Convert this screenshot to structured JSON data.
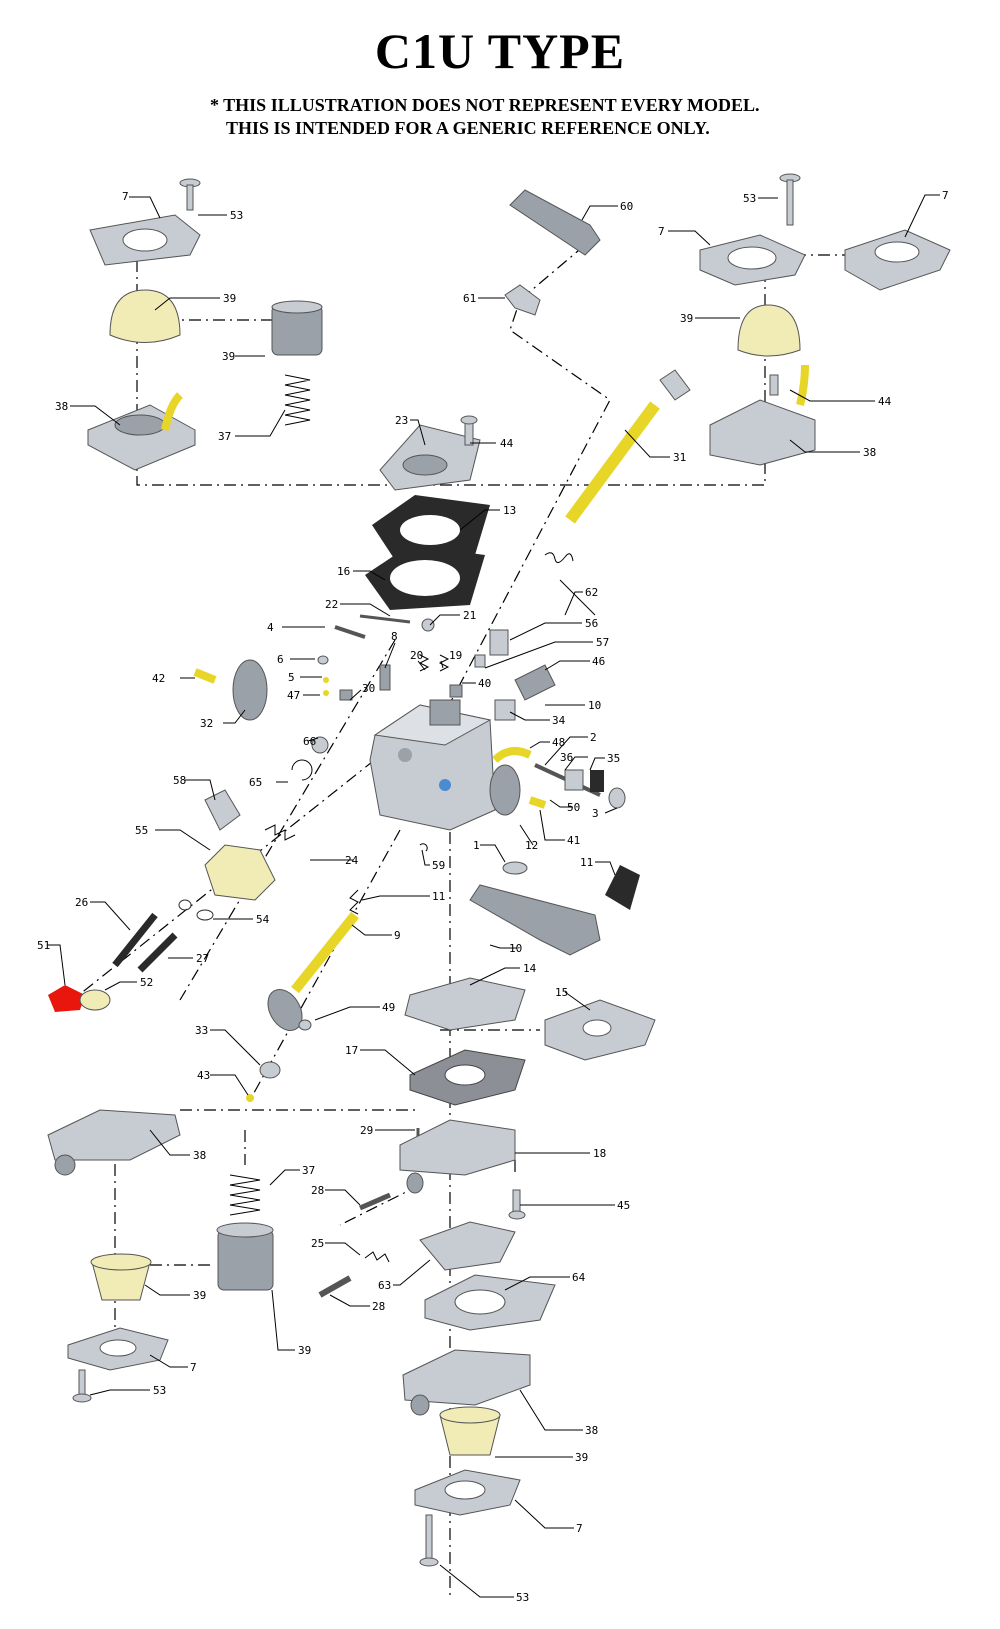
{
  "title": "C1U TYPE",
  "note_line1": "* THIS ILLUSTRATION DOES NOT REPRESENT EVERY MODEL.",
  "note_line2": "THIS IS INTENDED FOR A  GENERIC REFERENCE ONLY.",
  "colors": {
    "body": "#c7ccd2",
    "gasket": "#b9bec4",
    "dark": "#2a2a2a",
    "yellow": "#e7d628",
    "bulb": "#f1ebb6",
    "red": "#e8160c",
    "white": "#ffffff"
  },
  "labels": {
    "l7a": "7",
    "l53a": "53",
    "l39a": "39",
    "l39b": "39",
    "l37a": "37",
    "l38a": "38",
    "l60": "60",
    "l61": "61",
    "l53b": "53",
    "l7b": "7",
    "l7c": "7",
    "l39c": "39",
    "l44a": "44",
    "l38b": "38",
    "l23": "23",
    "l44b": "44",
    "l31": "31",
    "l13": "13",
    "l16": "16",
    "l62": "62",
    "l22": "22",
    "l21": "21",
    "l4": "4",
    "l8": "8",
    "l20": "20",
    "l19": "19",
    "l6": "6",
    "l5": "5",
    "l47": "47",
    "l30": "30",
    "l40": "40",
    "l56": "56",
    "l57": "57",
    "l46": "46",
    "l10a": "10",
    "l42": "42",
    "l32": "32",
    "l34": "34",
    "l48": "48",
    "l2": "2",
    "l36": "36",
    "l35": "35",
    "l66": "66",
    "l65": "65",
    "l58": "58",
    "l50": "50",
    "l3": "3",
    "l41": "41",
    "l12": "12",
    "l1": "1",
    "l11a": "11",
    "l55": "55",
    "l24": "24",
    "l59": "59",
    "l11b": "11",
    "l26": "26",
    "l54": "54",
    "l9": "9",
    "l10b": "10",
    "l27": "27",
    "l51": "51",
    "l52": "52",
    "l14": "14",
    "l15": "15",
    "l49": "49",
    "l33": "33",
    "l17": "17",
    "l43": "43",
    "l29": "29",
    "l38c": "38",
    "l18": "18",
    "l37b": "37",
    "l28a": "28",
    "l45": "45",
    "l25": "25",
    "l63": "63",
    "l64": "64",
    "l28b": "28",
    "l39d": "39",
    "l39e": "39",
    "l7d": "7",
    "l53c": "53",
    "l38d": "38",
    "l39f": "39",
    "l7e": "7",
    "l53d": "53"
  }
}
